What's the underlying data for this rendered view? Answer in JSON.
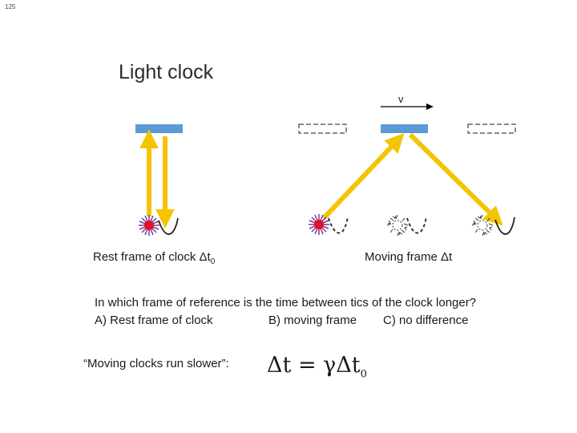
{
  "slide_number": "125",
  "title": "Light clock",
  "velocity_label": "v",
  "rest_frame": {
    "caption": "Rest frame of clock  Δt",
    "subscript": "0"
  },
  "moving_frame": {
    "caption": "Moving frame   Δt"
  },
  "question": {
    "text": "In which frame of reference is the time between tics of the clock longer?",
    "option_a": "A) Rest frame of clock",
    "option_b": "B) moving frame",
    "option_c": "C) no difference"
  },
  "slogan": "“Moving clocks run slower”:",
  "formula": {
    "lhs": "Δt",
    "eq": "=",
    "gamma": "γ",
    "rhs": "Δt",
    "rhs_subscript": "0"
  },
  "colors": {
    "mirror": "#5b9bd5",
    "light_ray": "#f5c400",
    "emitter": "#e0102a",
    "burst": "#7a3b8f"
  }
}
